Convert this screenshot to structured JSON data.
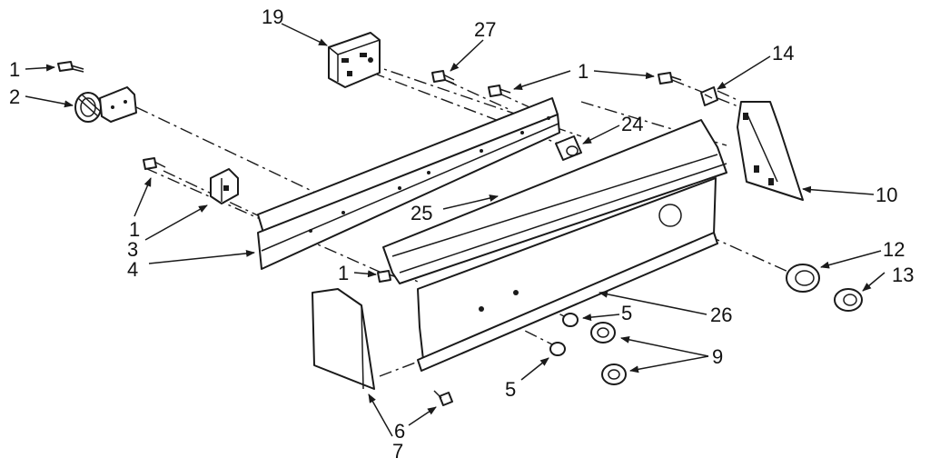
{
  "callouts": {
    "c1a": "1",
    "c2": "2",
    "c19": "19",
    "c27": "27",
    "c1b": "1",
    "c14": "14",
    "c24": "24",
    "c10": "10",
    "c1c": "1",
    "c3": "3",
    "c4": "4",
    "c25": "25",
    "c1d": "1",
    "c12": "12",
    "c13": "13",
    "c26": "26",
    "c5a": "5",
    "c9": "9",
    "c5b": "5",
    "c6": "6",
    "c7": "7"
  },
  "colors": {
    "ink": "#1a1a1a",
    "background": "#ffffff"
  }
}
